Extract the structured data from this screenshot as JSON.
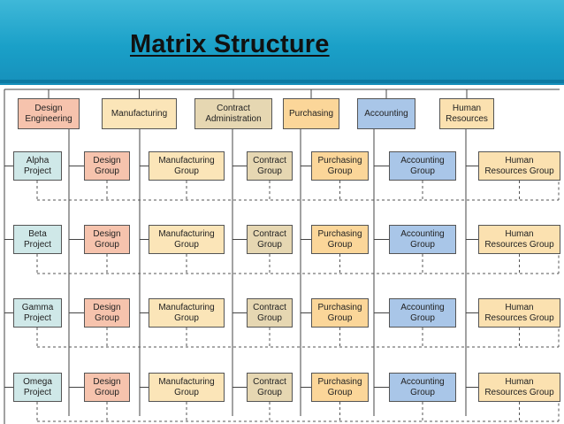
{
  "title": "Matrix Structure",
  "departments": [
    {
      "key": "design",
      "label": "Design\nEngineering",
      "group_label": "Design\nGroup"
    },
    {
      "key": "manu",
      "label": "Manufacturing",
      "group_label": "Manufacturing\nGroup"
    },
    {
      "key": "contract",
      "label": "Contract\nAdministration",
      "group_label": "Contract\nGroup"
    },
    {
      "key": "purch",
      "label": "Purchasing",
      "group_label": "Purchasing\nGroup"
    },
    {
      "key": "acct",
      "label": "Accounting",
      "group_label": "Accounting\nGroup"
    },
    {
      "key": "hr",
      "label": "Human\nResources",
      "group_label": "Human\nResources Group"
    }
  ],
  "projects": [
    {
      "label": "Alpha\nProject"
    },
    {
      "label": "Beta\nProject"
    },
    {
      "label": "Gamma\nProject"
    },
    {
      "label": "Omega\nProject"
    }
  ],
  "colors": {
    "design": "#f6c3ad",
    "manufacturing": "#fbe5b8",
    "contract": "#e6d7b2",
    "purchasing": "#fbd699",
    "accounting": "#a9c6e8",
    "human_resources": "#fbe1b0",
    "project": "#cfe8e8",
    "banner": "#1aa0c8"
  }
}
